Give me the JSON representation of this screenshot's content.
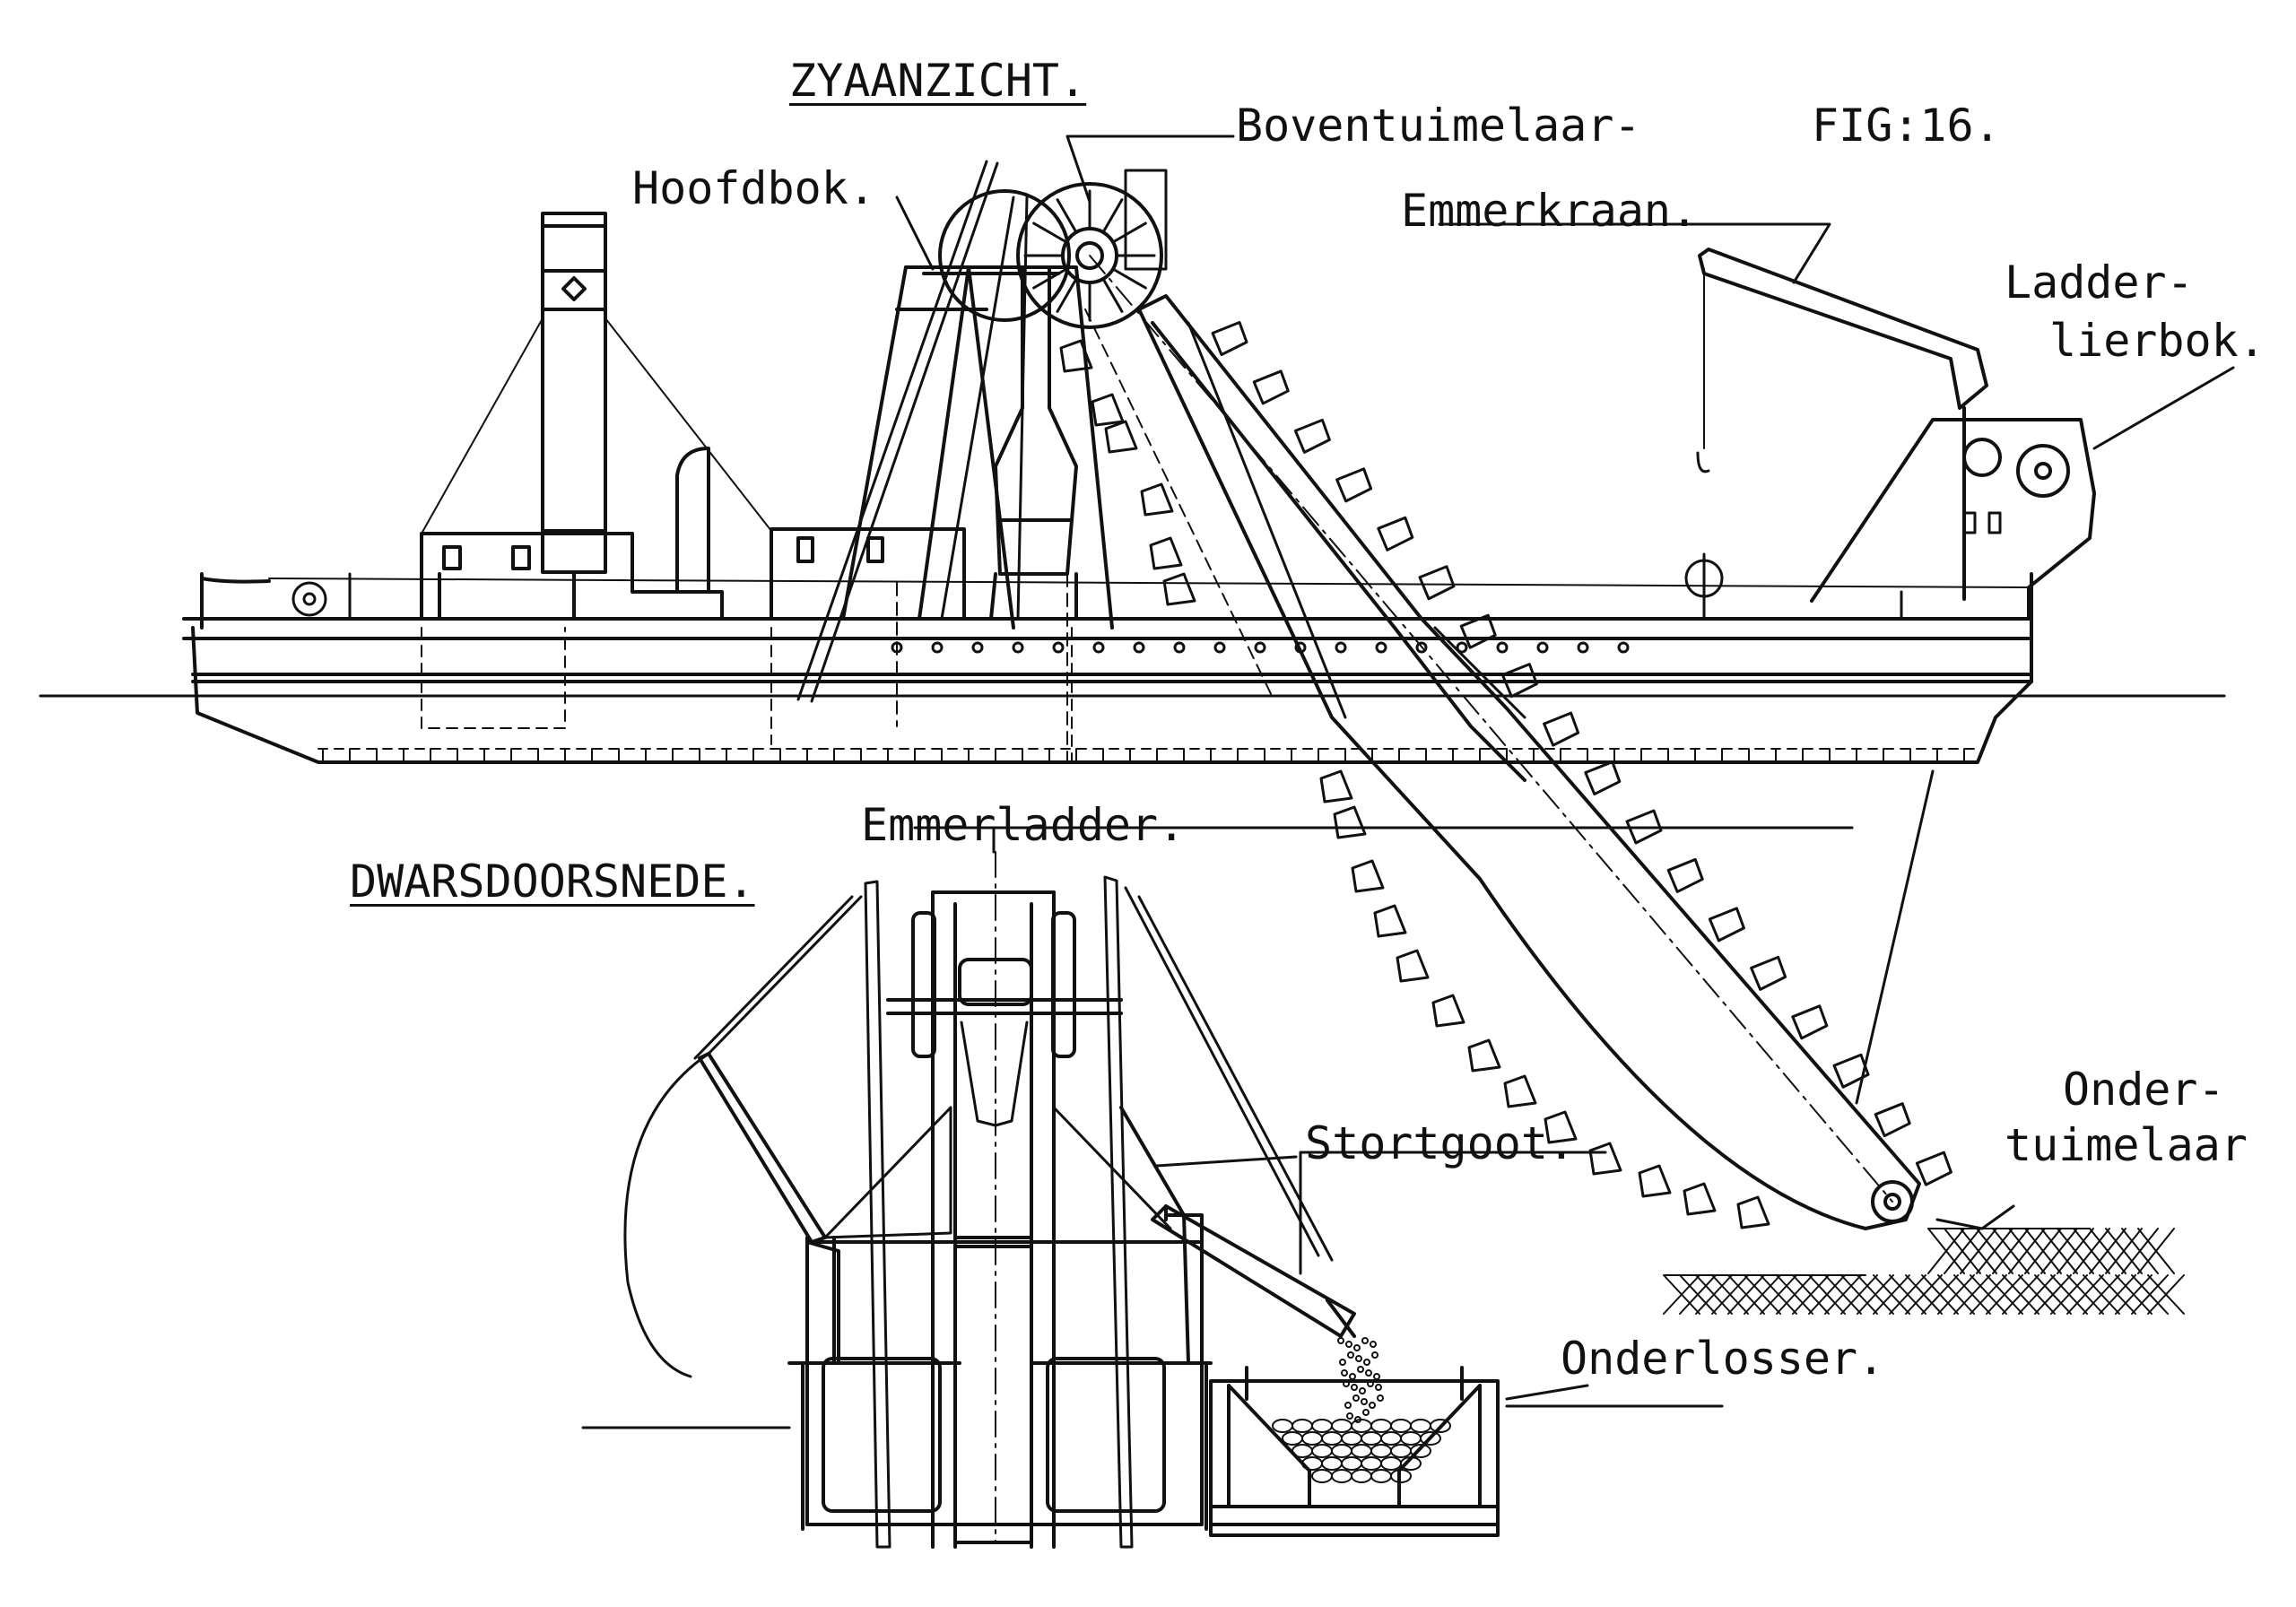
{
  "figure": {
    "number": "FIG:16.",
    "side_view_title": "ZYAANZICHT.",
    "cross_section_title": "DWARSDOORSNEDE."
  },
  "labels": {
    "hoofdbok": "Hoofdbok.",
    "boventuimelaar": "Boventuimelaar-",
    "emmerkraan": "Emmerkraan.",
    "ladderlierbok_line1": "Ladder-",
    "ladderlierbok_line2": "lierbok.",
    "emmerladder": "Emmerladder.",
    "stortgoot": "Stortgoot.",
    "ondertuimelaar_line1": "Onder-",
    "ondertuimelaar_line2": "tuimelaar",
    "onderlosser": "Onderlosser."
  },
  "colors": {
    "ink": "#111111",
    "paper": "#ffffff"
  }
}
